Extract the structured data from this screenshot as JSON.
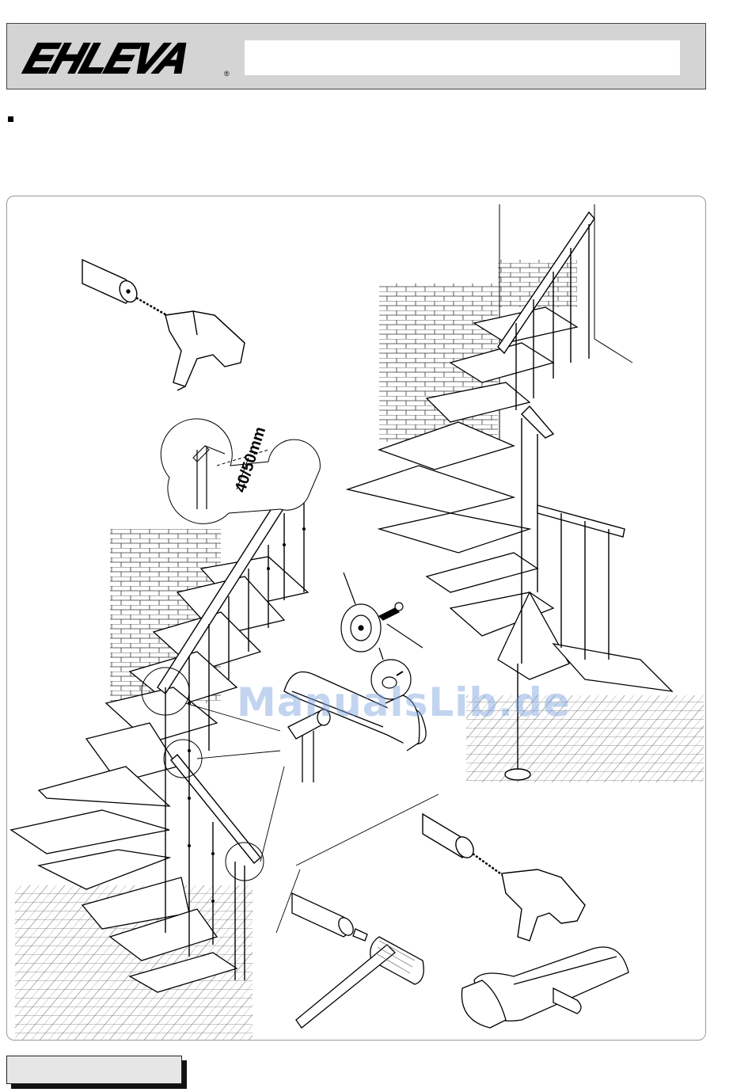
{
  "header": {
    "brand": "EHLEVA",
    "registered_mark": "®",
    "title": ""
  },
  "illustration": {
    "dimension_label": "40/50mm",
    "watermark": "ManualsLib.de"
  },
  "icons": [
    "drill-icon",
    "hacksaw-icon",
    "mallet-icon",
    "washer-screw-icon",
    "stair-diagram-icon"
  ],
  "footer": {
    "page_label": ""
  }
}
